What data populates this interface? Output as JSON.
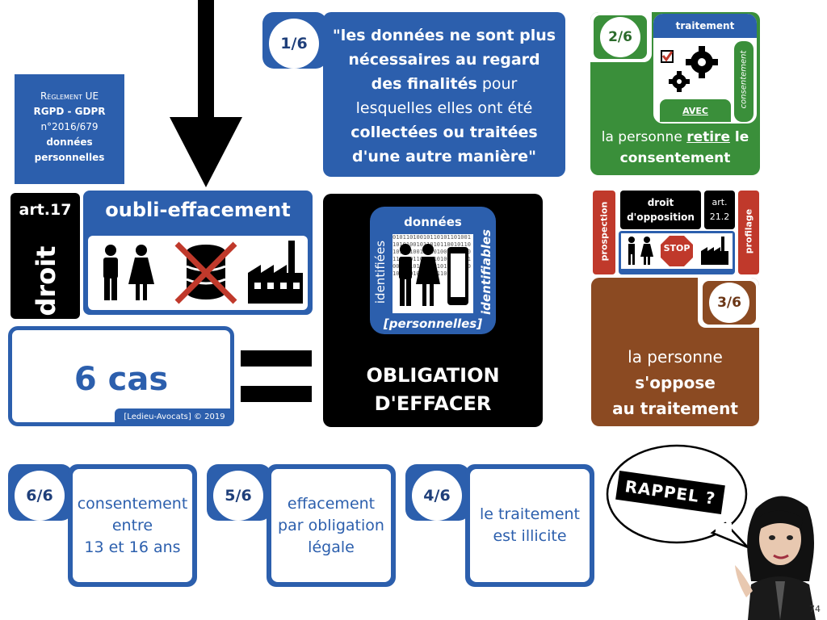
{
  "regulation": {
    "line1": "Règlement UE",
    "line2": "RGPD - GDPR",
    "line3": "n°2016/679",
    "line4": "données",
    "line5": "personnelles"
  },
  "article": {
    "number": "art.17",
    "vertical": "droit",
    "title": "oubli-effacement"
  },
  "six_cases": {
    "label": "6 cas",
    "copyright": "[Ledieu-Avocats] © 2019"
  },
  "obligation": {
    "top_label": "données",
    "left_label": "identifiées",
    "right_label": "identifiables",
    "bottom_label": "[personnelles]",
    "line1": "OBLIGATION",
    "line2": "D'EFFACER",
    "binary": "0101101001011010110100110101001011010110010110101101001101010010110101100101101011010011010100101101011001011010110100110101001011010110"
  },
  "case1": {
    "num": "1/6",
    "seg1": "\"les données ne sont plus nécessaires au regard des finalités",
    "seg2": " pour lesquelles elles ont été ",
    "seg3": "collectées ou traitées d'une autre manière\""
  },
  "case2": {
    "num": "2/6",
    "traitement": "traitement",
    "consentement": "consentement",
    "avec": "AVEC",
    "text1": "la personne ",
    "text2": "retire",
    "text3": " le",
    "text4": "consentement"
  },
  "opposition": {
    "left_vertical": "prospection",
    "right_vertical": "profilage",
    "droit": "droit",
    "dopposition": "d'opposition",
    "art": "art.",
    "artnum": "21.2",
    "stop": "STOP"
  },
  "case3": {
    "num": "3/6",
    "line1": "la personne",
    "line2": "s'oppose",
    "line3": "au traitement"
  },
  "case6": {
    "num": "6/6",
    "line1": "consentement",
    "line2": "entre",
    "line3": "13 et 16 ans"
  },
  "case5": {
    "num": "5/6",
    "line1": "effacement",
    "line2": "par obligation",
    "line3": "légale"
  },
  "case4": {
    "num": "4/6",
    "line1": "le traitement",
    "line2": "est illicite"
  },
  "bubble": {
    "text": "RAPPEL ?"
  },
  "page": {
    "number": "74"
  },
  "colors": {
    "blue": "#2c5fad",
    "green": "#3a8f3a",
    "brown": "#8b4a22",
    "red": "#c0392b",
    "black": "#000000"
  }
}
